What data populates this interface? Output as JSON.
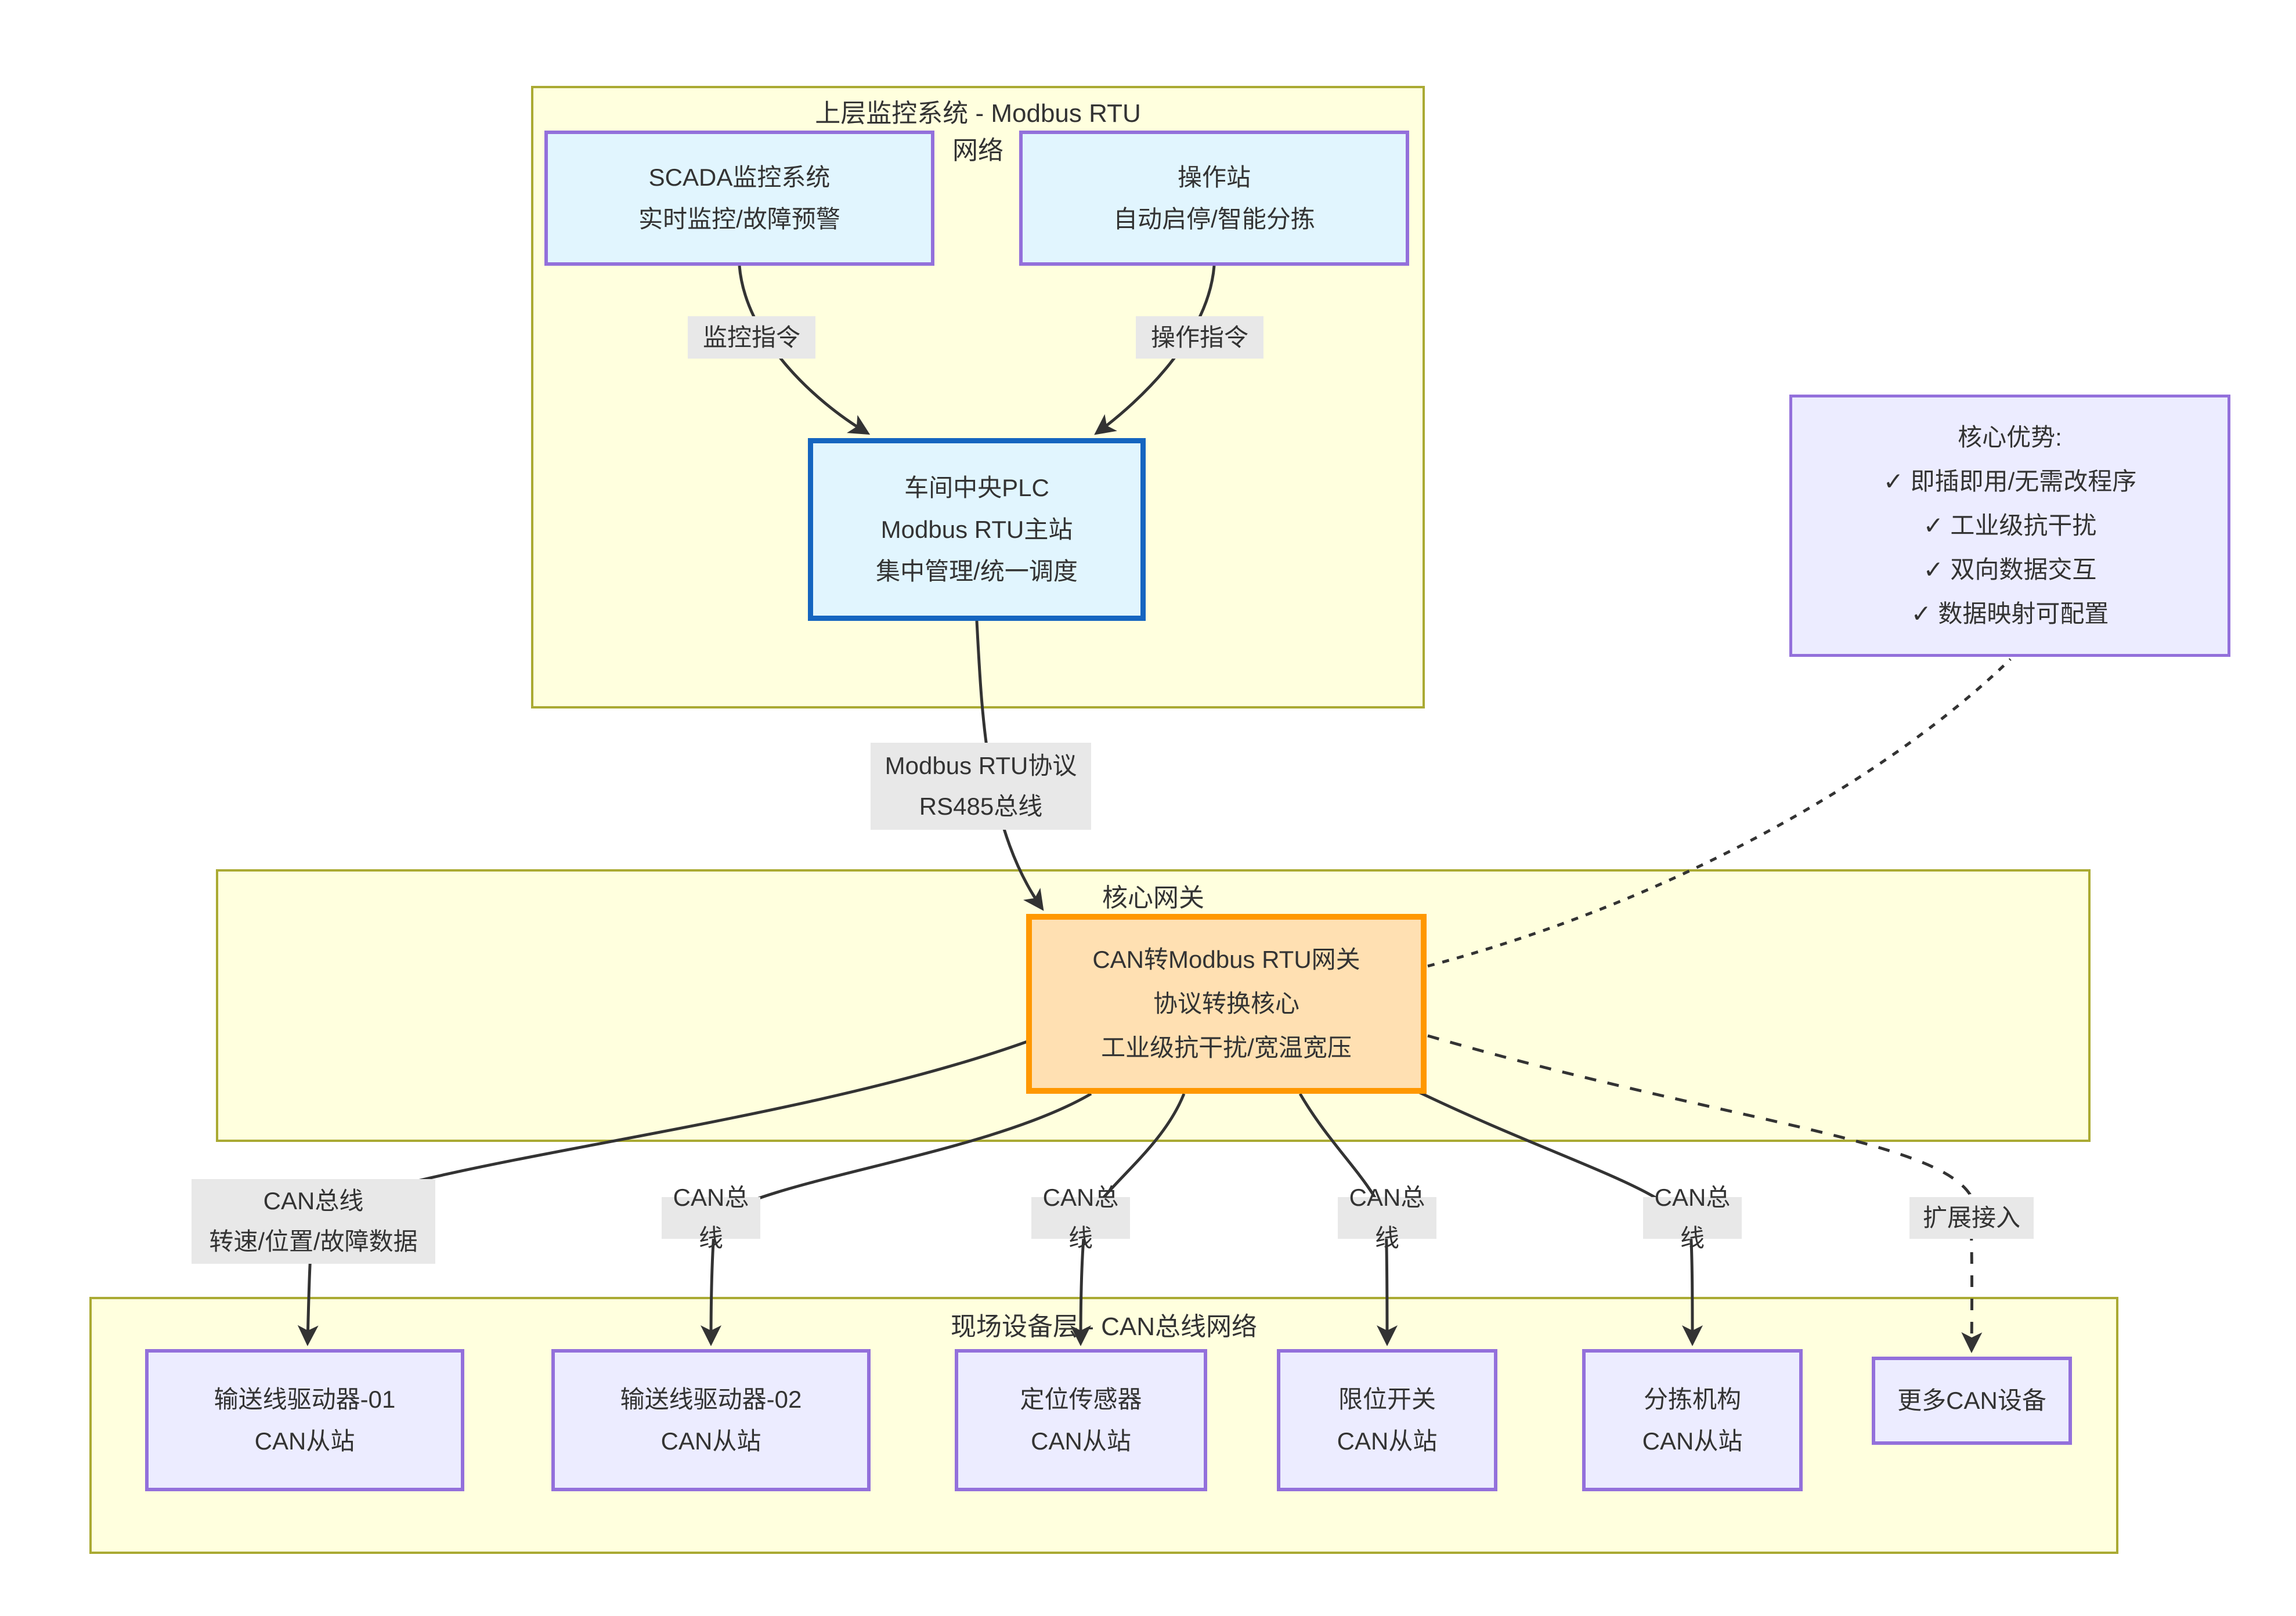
{
  "page": {
    "background": "#ffffff"
  },
  "colors": {
    "layer_fill": "#ffffde",
    "layer_border": "#aaaa33",
    "blue_node_fill": "#e1f5fe",
    "purple_border": "#9370db",
    "plc_border": "#1565c0",
    "gateway_fill": "#ffe0b2",
    "gateway_border": "#ff9800",
    "device_fill": "#ececff",
    "edge_label_bg": "#e8e8e8",
    "edge_color": "#333333",
    "text_color": "#333333"
  },
  "layers": {
    "upper": {
      "title_line1": "上层监控系统 - Modbus RTU",
      "title_line2": "网络"
    },
    "core": {
      "title": "核心网关"
    },
    "field": {
      "title": "现场设备层 - CAN总线网络"
    }
  },
  "nodes": {
    "scada": {
      "line1": "SCADA监控系统",
      "line2": "实时监控/故障预警"
    },
    "operator": {
      "line1": "操作站",
      "line2": "自动启停/智能分拣"
    },
    "plc": {
      "line1": "车间中央PLC",
      "line2": "Modbus RTU主站",
      "line3": "集中管理/统一调度"
    },
    "gateway": {
      "line1": "CAN转Modbus RTU网关",
      "line2": "协议转换核心",
      "line3": "工业级抗干扰/宽温宽压"
    },
    "advantages": {
      "line1": "核心优势:",
      "line2": "✓ 即插即用/无需改程序",
      "line3": "✓ 工业级抗干扰",
      "line4": "✓ 双向数据交互",
      "line5": "✓ 数据映射可配置"
    },
    "driver01": {
      "line1": "输送线驱动器-01",
      "line2": "CAN从站"
    },
    "driver02": {
      "line1": "输送线驱动器-02",
      "line2": "CAN从站"
    },
    "position_sensor": {
      "line1": "定位传感器",
      "line2": "CAN从站"
    },
    "limit_switch": {
      "line1": "限位开关",
      "line2": "CAN从站"
    },
    "sorting_mech": {
      "line1": "分拣机构",
      "line2": "CAN从站"
    },
    "more_devices": {
      "line1": "更多CAN设备"
    }
  },
  "edge_labels": {
    "monitor_cmd": "监控指令",
    "operate_cmd": "操作指令",
    "modbus_line1": "Modbus RTU协议",
    "modbus_line2": "RS485总线",
    "can_bus_1_line1": "CAN总线",
    "can_bus_1_line2": "转速/位置/故障数据",
    "can_bus_2": "CAN总线",
    "can_bus_3": "CAN总线",
    "can_bus_4": "CAN总线",
    "can_bus_5": "CAN总线",
    "expand": "扩展接入"
  }
}
